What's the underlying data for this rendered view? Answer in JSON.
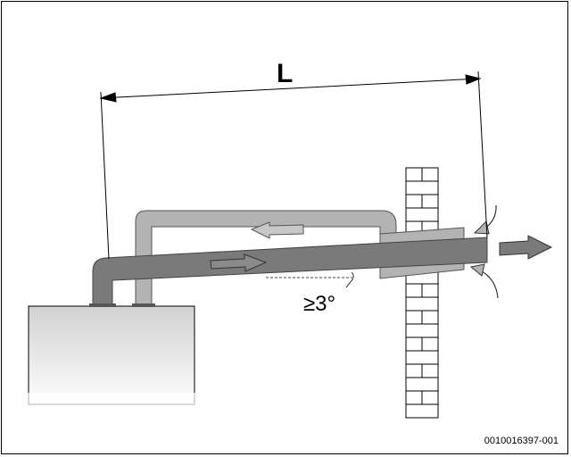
{
  "diagram": {
    "dimension_label": "L",
    "angle_label": "≥3°",
    "reference_code": "0010016397-001",
    "colors": {
      "flue_pipe": "#7a7a7a",
      "air_duct": "#b3b3b3",
      "wall_line": "#000000",
      "boiler_gradient_top": "#d0d0d0",
      "boiler_gradient_bottom": "#ffffff"
    },
    "icons": [
      "exhaust-flow-arrow-icon",
      "intake-air-arrow-icon",
      "return-flow-arrow-icon"
    ]
  }
}
